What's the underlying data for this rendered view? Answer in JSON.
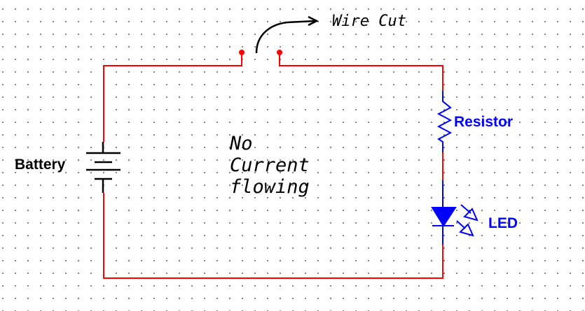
{
  "labels": {
    "battery": "Battery",
    "resistor": "Resistor",
    "led": "LED",
    "wire_cut": "Wire Cut",
    "status_lines": [
      "No",
      "Current",
      "flowing"
    ]
  },
  "colors": {
    "wire": "#ff0000",
    "component_blue": "#0000ff",
    "battery": "#000000"
  }
}
